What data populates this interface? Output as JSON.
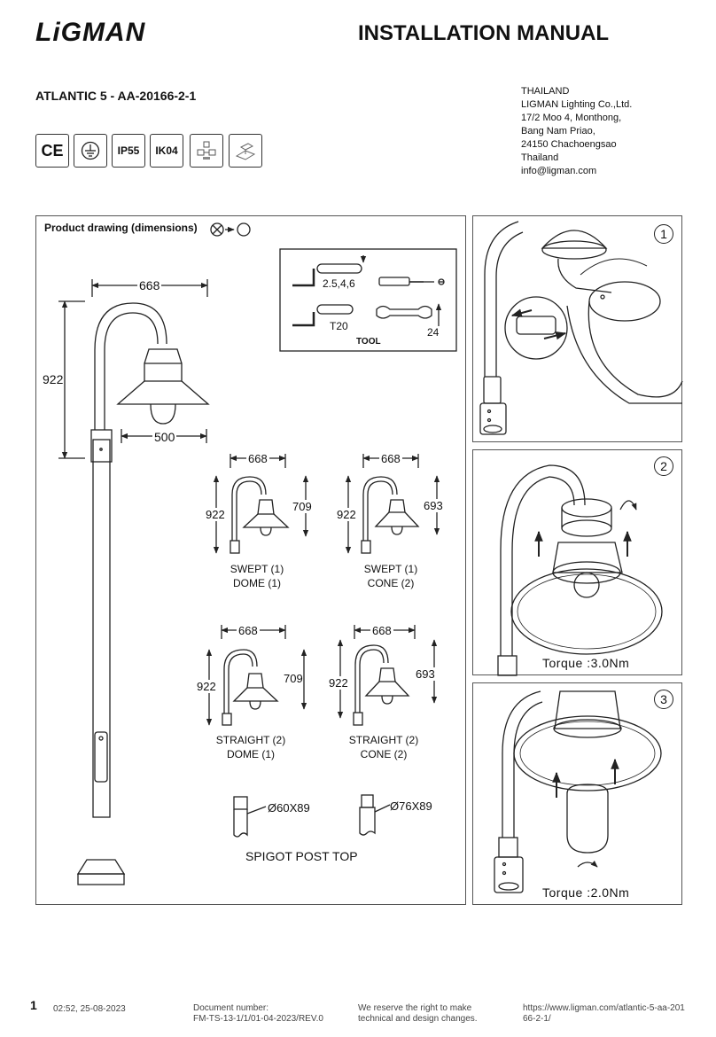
{
  "header": {
    "brand": "LiGMAN",
    "title": "INSTALLATION MANUAL",
    "product": "ATLANTIC 5 - AA-20166-2-1"
  },
  "address": [
    "THAILAND",
    "LIGMAN Lighting Co.,Ltd.",
    "17/2 Moo 4, Monthong,",
    "Bang Nam Priao,",
    "24150 Chachoengsao",
    "Thailand",
    "info@ligman.com"
  ],
  "certifications": [
    {
      "label": "CE",
      "icon": "ce-mark-icon"
    },
    {
      "label": "",
      "icon": "earth-ground-icon"
    },
    {
      "label": "IP55",
      "icon": ""
    },
    {
      "label": "IK04",
      "icon": ""
    },
    {
      "label": "",
      "icon": "wiring-diagram-icon"
    },
    {
      "label": "",
      "icon": "mounting-diagram-icon"
    }
  ],
  "drawing": {
    "heading": "Product drawing (dimensions)",
    "main": {
      "width": "668",
      "height": "922",
      "shade": "500"
    },
    "tools": {
      "hex": "2.5,4,6",
      "torx": "T20",
      "wrench": "24",
      "caption": "TOOL"
    },
    "variants": [
      {
        "width": "668",
        "height": "922",
        "head": "709",
        "line1": "SWEPT (1)",
        "line2": "DOME (1)"
      },
      {
        "width": "668",
        "height": "922",
        "head": "693",
        "line1": "SWEPT (1)",
        "line2": "CONE (2)"
      },
      {
        "width": "668",
        "height": "922",
        "head": "709",
        "line1": "STRAIGHT (2)",
        "line2": "DOME (1)"
      },
      {
        "width": "668",
        "height": "922",
        "head": "693",
        "line1": "STRAIGHT (2)",
        "line2": "CONE (2)"
      }
    ],
    "spigots": [
      "Ø60X89",
      "Ø76X89"
    ],
    "spigot_caption": "SPIGOT POST TOP"
  },
  "steps": [
    {
      "number": "1",
      "torque": ""
    },
    {
      "number": "2",
      "torque": "Torque :3.0Nm"
    },
    {
      "number": "3",
      "torque": "Torque :2.0Nm"
    }
  ],
  "footer": {
    "page": "1",
    "timestamp": "02:52, 25-08-2023",
    "doc_label": "Document number:",
    "doc_number": "FM-TS-13-1/1/01-04-2023/REV.0",
    "reserve_1": "We reserve the right to make",
    "reserve_2": "technical and design changes.",
    "url_1": "https://www.ligman.com/atlantic-5-aa-201",
    "url_2": "66-2-1/"
  }
}
